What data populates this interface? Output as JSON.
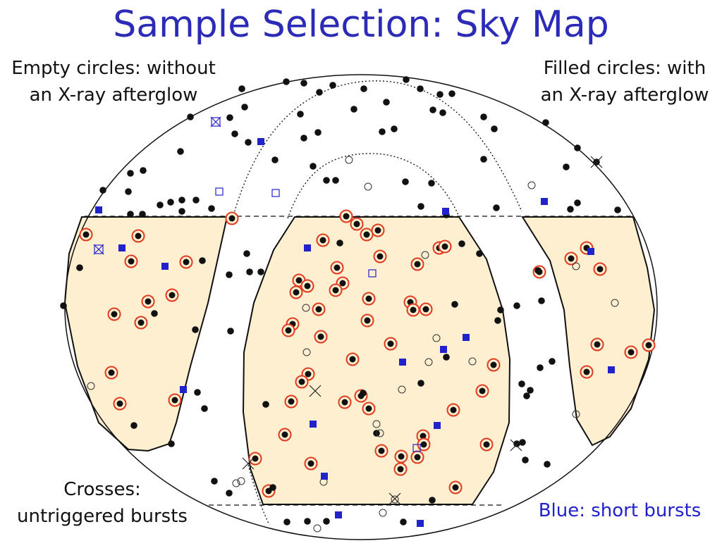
{
  "title": "Sample Selection: Sky Map",
  "notes": {
    "empty": [
      "Empty circles: without",
      "an X-ray afterglow"
    ],
    "filled": [
      "Filled circles: with",
      "an X-ray afterglow"
    ],
    "crosses": [
      "Crosses:",
      "untriggered bursts"
    ],
    "blue": "Blue: short bursts"
  },
  "colors": {
    "title": "#2b2bb8",
    "region_fill": "#fdefd0",
    "selected_ring": "#e23a20",
    "burst_dot": "#111111",
    "short_burst": "#2222cc"
  },
  "legend_icons": {
    "filled": "filled-circle-icon",
    "empty": "empty-circle-icon",
    "cross": "cross-icon",
    "short": "blue-square-icon",
    "selected": "ringed-circle-icon"
  }
}
